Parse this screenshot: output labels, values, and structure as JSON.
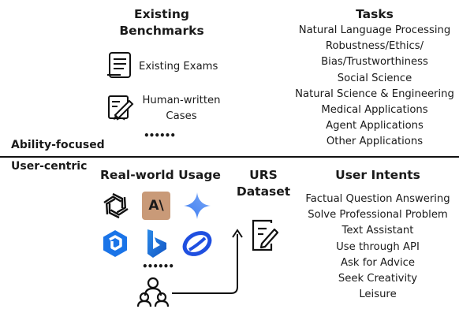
{
  "top": {
    "benchmarks_title": "Existing\nBenchmarks",
    "benchmark_items": [
      "Existing Exams",
      "Human-written\nCases"
    ],
    "benchmark_more": "••••••",
    "tasks_title": "Tasks",
    "tasks": [
      "Natural Language Processing",
      "Robustness/Ethics/",
      "Bias/Trustworthiness",
      "Social Science",
      "Natural Science & Engineering",
      "Medical Applications",
      "Agent Applications",
      "Other Applications"
    ],
    "section_label": "Ability-focused"
  },
  "bottom": {
    "section_label": "User-centric",
    "usage_title": "Real-world Usage",
    "usage_more": "••••••",
    "usage_icons": [
      "openai-logo-icon",
      "anthropic-logo-icon",
      "gemini-logo-icon",
      "deepseek-logo-icon",
      "bing-logo-icon",
      "chatglm-logo-icon"
    ],
    "anthropic_label": "A\\",
    "dataset_title": "URS\nDataset",
    "intents_title": "User Intents",
    "intents": [
      "Factual Question Answering",
      "Solve Professional Problem",
      "Text Assistant",
      "Use through API",
      "Ask for Advice",
      "Seek Creativity",
      "Leisure"
    ]
  },
  "colors": {
    "anthropic_bg": "#c99a78",
    "gemini_blue": "#4a8ff0",
    "deepseek_blue": "#1a74e8",
    "bing_blue": "#1b78d8",
    "chatglm_blue": "#1f4fe0"
  }
}
